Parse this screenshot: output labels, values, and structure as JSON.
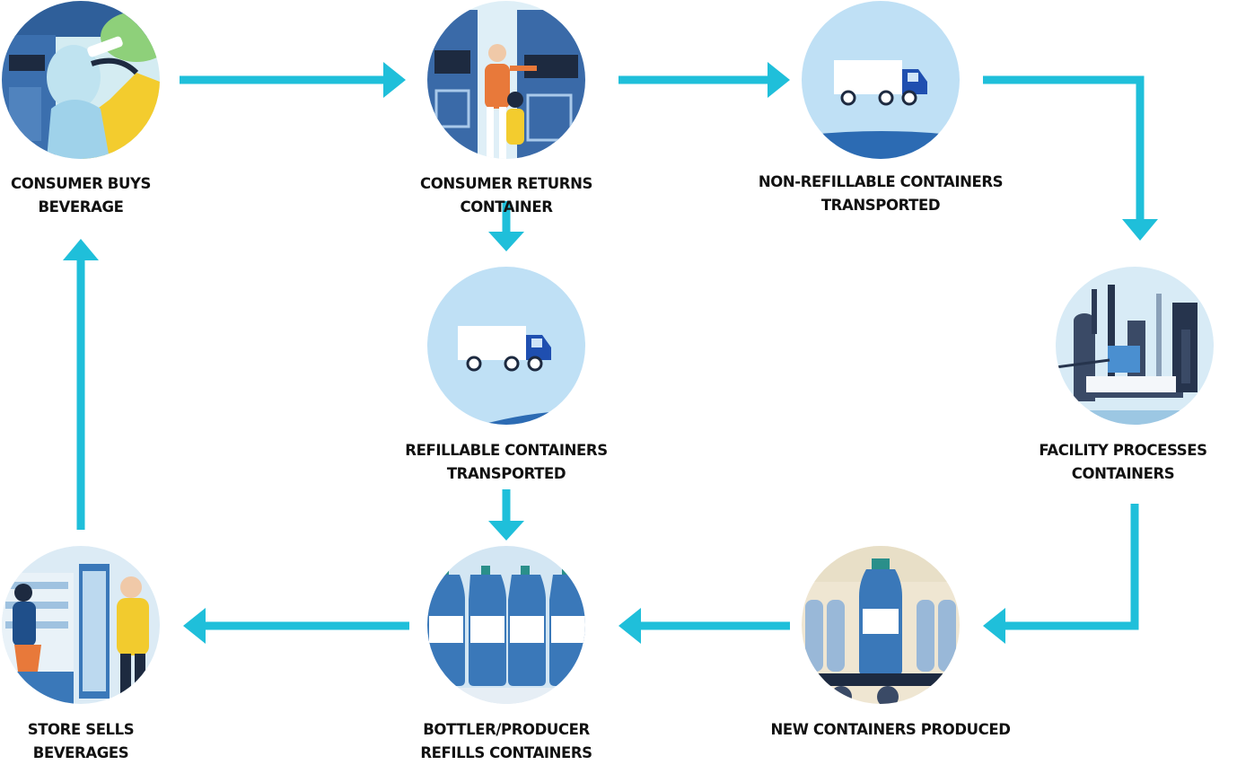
{
  "colors": {
    "arrow": "#1fbfda",
    "caption": "#111111",
    "sky": "#cfe6f5",
    "blue": "#3f78b8",
    "navy": "#26344d",
    "yellow": "#f2cb2e",
    "orange": "#e8793a"
  },
  "steps": {
    "consumer_buys": {
      "line1": "CONSUMER BUYS",
      "line2": "BEVERAGE",
      "icon": "person-drinking-icon"
    },
    "consumer_returns": {
      "line1": "CONSUMER RETURNS CONTAINER",
      "icon": "return-machine-icon"
    },
    "nonrefillable_transport": {
      "line1": "NON-REFILLABLE CONTAINERS",
      "line2": "TRANSPORTED",
      "icon": "truck-icon"
    },
    "facility": {
      "line1": "FACILITY PROCESSES",
      "line2": "CONTAINERS",
      "icon": "factory-icon"
    },
    "new_containers": {
      "line1": "NEW CONTAINERS PRODUCED",
      "icon": "bottle-production-icon"
    },
    "bottler_refills": {
      "line1": "BOTTLER/PRODUCER",
      "line2": "REFILLS CONTAINERS",
      "icon": "bottles-icon"
    },
    "store_sells": {
      "line1": "STORE SELLS",
      "line2": "BEVERAGES",
      "icon": "store-icon"
    },
    "refillable_transport": {
      "line1": "REFILLABLE CONTAINERS",
      "line2": "TRANSPORTED",
      "icon": "truck-icon"
    }
  }
}
